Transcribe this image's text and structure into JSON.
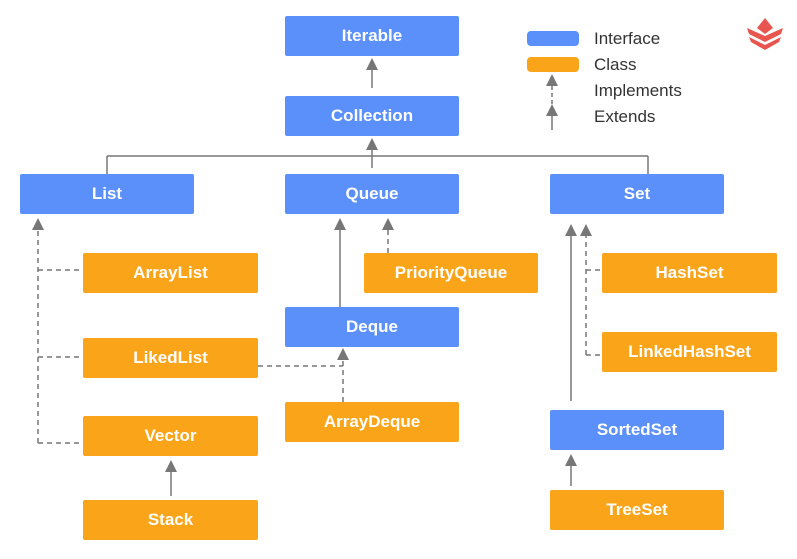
{
  "nodes": {
    "iterable": "Iterable",
    "collection": "Collection",
    "list": "List",
    "queue": "Queue",
    "set": "Set",
    "arraylist": "ArrayList",
    "priorityqueue": "PriorityQueue",
    "hashset": "HashSet",
    "deque": "Deque",
    "likedlist": "LikedList",
    "linkedhashset": "LinkedHashSet",
    "arraydeque": "ArrayDeque",
    "vector": "Vector",
    "sortedset": "SortedSet",
    "stack": "Stack",
    "treeset": "TreeSet"
  },
  "legend": {
    "interface": "Interface",
    "class": "Class",
    "implements": "Implements",
    "extends": "Extends"
  },
  "colors": {
    "interface": "#5b8ff9",
    "class": "#faa419",
    "line": "#777777",
    "logo": "#e8554e"
  }
}
